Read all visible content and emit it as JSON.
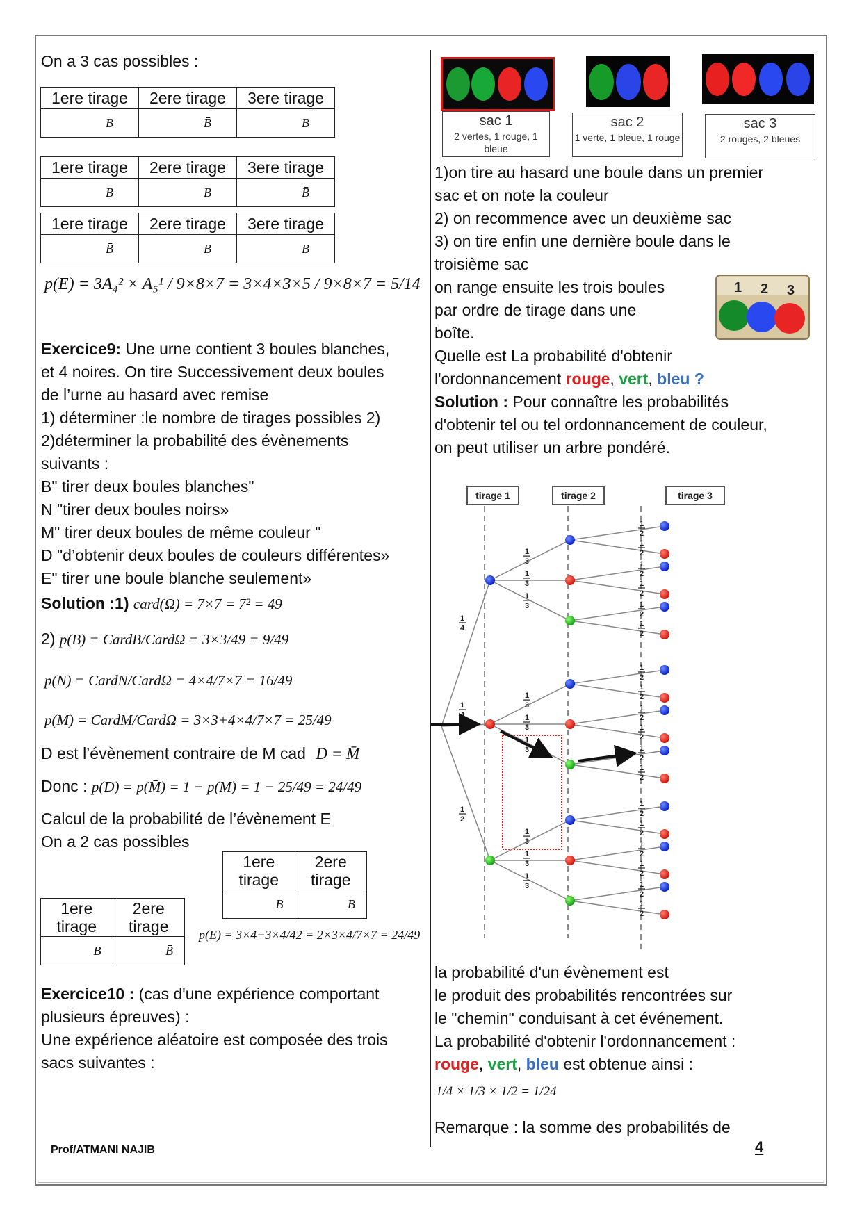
{
  "left": {
    "intro": "On a 3 cas possibles :",
    "table_headers": [
      "1ere tirage",
      "2ere tirage",
      "3ere tirage"
    ],
    "t1": [
      "B",
      "B̄",
      "B"
    ],
    "t2": [
      "B",
      "B",
      "B̄"
    ],
    "t3": [
      "B̄",
      "B",
      "B"
    ],
    "pE_formula": "p(E) = 3A₄² × A₅¹ / 9×8×7 = 3×4×3×5 / 9×8×7 = 5/14",
    "ex9_title": "Exercice9:",
    "ex9_lines": [
      "Une urne contient 3 boules blanches,",
      "et 4 noires. On tire Successivement deux boules",
      "de l’urne au hasard avec remise",
      "1) déterminer :le nombre de tirages possibles 2)",
      "2)déterminer la probabilité des évènements",
      "suivants :",
      "B\" tirer deux boules blanches\"",
      "N \"tirer deux boules noirs»",
      "M\" tirer deux boules de même couleur \"",
      "D \"d’obtenir deux boules de couleurs différentes»",
      "E\" tirer une boule blanche seulement»"
    ],
    "solution_label": "Solution :1)",
    "card_formula": "card(Ω) = 7×7 = 7² = 49",
    "pB_label": "2)",
    "pB": "p(B) = CardB/CardΩ = 3×3/49 = 9/49",
    "pN": "p(N) = CardN/CardΩ = 4×4/7×7 = 16/49",
    "pM": "p(M) = CardM/CardΩ = 3×3+4×4/7×7 = 25/49",
    "d_contraire": "D est l’évènement contraire de M cad",
    "d_formula": "D = M̄",
    "donc": "Donc :",
    "pD": "p(D) = p(M̄) = 1 − p(M) = 1 − 25/49 = 24/49",
    "calcul_E": "Calcul de la probabilité de l’évènement E",
    "deux_cas": "On a 2 cas possibles",
    "t2_headers": [
      "1ere tirage",
      "2ere tirage"
    ],
    "t2a": [
      "B",
      "B̄"
    ],
    "t2b": [
      "B̄",
      "B"
    ],
    "pE2": "p(E) = 3×4+3×4/42 = 2×3×4/7×7 = 24/49",
    "ex10_title": "Exercice10 :",
    "ex10_lines": [
      "(cas d'une expérience comportant",
      "plusieurs épreuves) :",
      "Une expérience aléatoire est composée des trois",
      "sacs suivantes :"
    ]
  },
  "right": {
    "sacs": [
      {
        "title": "sac 1",
        "desc": "2 vertes, 1 rouge, 1 bleue"
      },
      {
        "title": "sac 2",
        "desc": "1 verte, 1 bleue, 1 rouge"
      },
      {
        "title": "sac 3",
        "desc": "2 rouges, 2 bleues"
      }
    ],
    "steps": [
      "1)on tire au hasard une boule dans un premier",
      "sac et on note la couleur",
      "2) on recommence avec un deuxième sac",
      "3) on tire enfin une dernière boule dans le",
      "troisième sac",
      "on range ensuite les trois boules",
      "par ordre de tirage dans une",
      "boîte."
    ],
    "box_numbers": [
      "1",
      "2",
      "3"
    ],
    "question_line1": "Quelle est La probabilité d'obtenir",
    "question_prefix": "l'ordonnancement",
    "rouge": "rouge",
    "vert": "vert",
    "bleu_q": "bleu ?",
    "solution_label": "Solution :",
    "solution_lines": [
      "Pour connaître les probabilités",
      "d'obtenir tel ou tel ordonnancement de couleur,",
      "on peut utiliser un arbre pondéré."
    ],
    "tree_headers": [
      "tirage 1",
      "tirage 2",
      "tirage 3"
    ],
    "tree_probs": {
      "level1": [
        "1/4",
        "1/4",
        "1/2"
      ],
      "level2": "1/3",
      "level3": "1/2"
    },
    "after_lines": [
      " la probabilité d'un évènement est",
      "le produit des probabilités rencontrées sur",
      "le \"chemin\" conduisant à cet événement.",
      "La probabilité d'obtenir l'ordonnancement :"
    ],
    "rouge2": "rouge",
    "vert2": "vert",
    "bleu2": "bleu",
    "obtenue": "est obtenue ainsi :",
    "product": "1/4 × 1/3 × 1/2 = 1/24",
    "remarque": "Remarque : la somme des probabilités de"
  },
  "footer": {
    "author": "Prof/ATMANI NAJIB",
    "page": "4"
  },
  "colors": {
    "red": "#e02020",
    "green": "#1aa040",
    "blue": "#3a6fc0"
  }
}
